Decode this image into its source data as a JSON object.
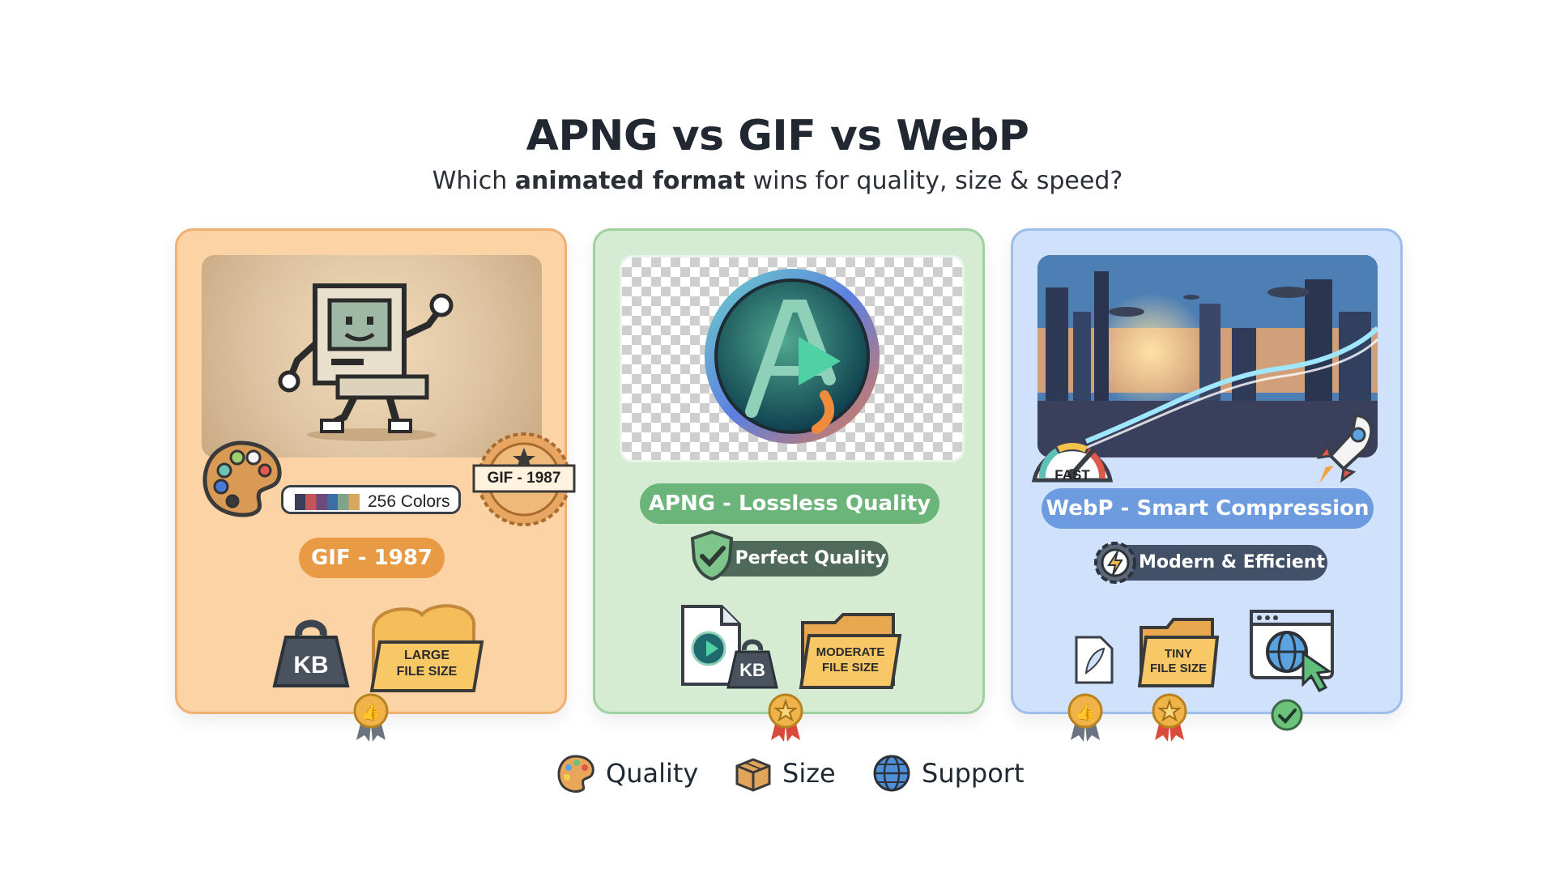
{
  "header": {
    "title": "APNG vs GIF vs WebP",
    "subtitle_pre": "Which ",
    "subtitle_bold": "animated format",
    "subtitle_post": " wins for quality, size & speed?"
  },
  "cards": {
    "gif": {
      "badge_colors": "256 Colors",
      "seal": "GIF - 1987",
      "pill": "GIF - 1987",
      "weight_label": "KB",
      "folder_label_1": "LARGE",
      "folder_label_2": "FILE SIZE",
      "accent": "#e89a44"
    },
    "apng": {
      "pill": "APNG - Lossless Quality",
      "sub_pill": "Perfect Quality",
      "weight_label": "KB",
      "folder_label_1": "MODERATE",
      "folder_label_2": "FILE SIZE",
      "accent": "#6cb57a"
    },
    "webp": {
      "gauge_label": "FAST",
      "pill": "WebP - Smart Compression",
      "sub_pill": "Modern & Efficient",
      "folder_label_1": "TINY",
      "folder_label_2": "FILE SIZE",
      "accent": "#6d9be0"
    }
  },
  "legend": {
    "quality": "Quality",
    "size": "Size",
    "support": "Support"
  }
}
